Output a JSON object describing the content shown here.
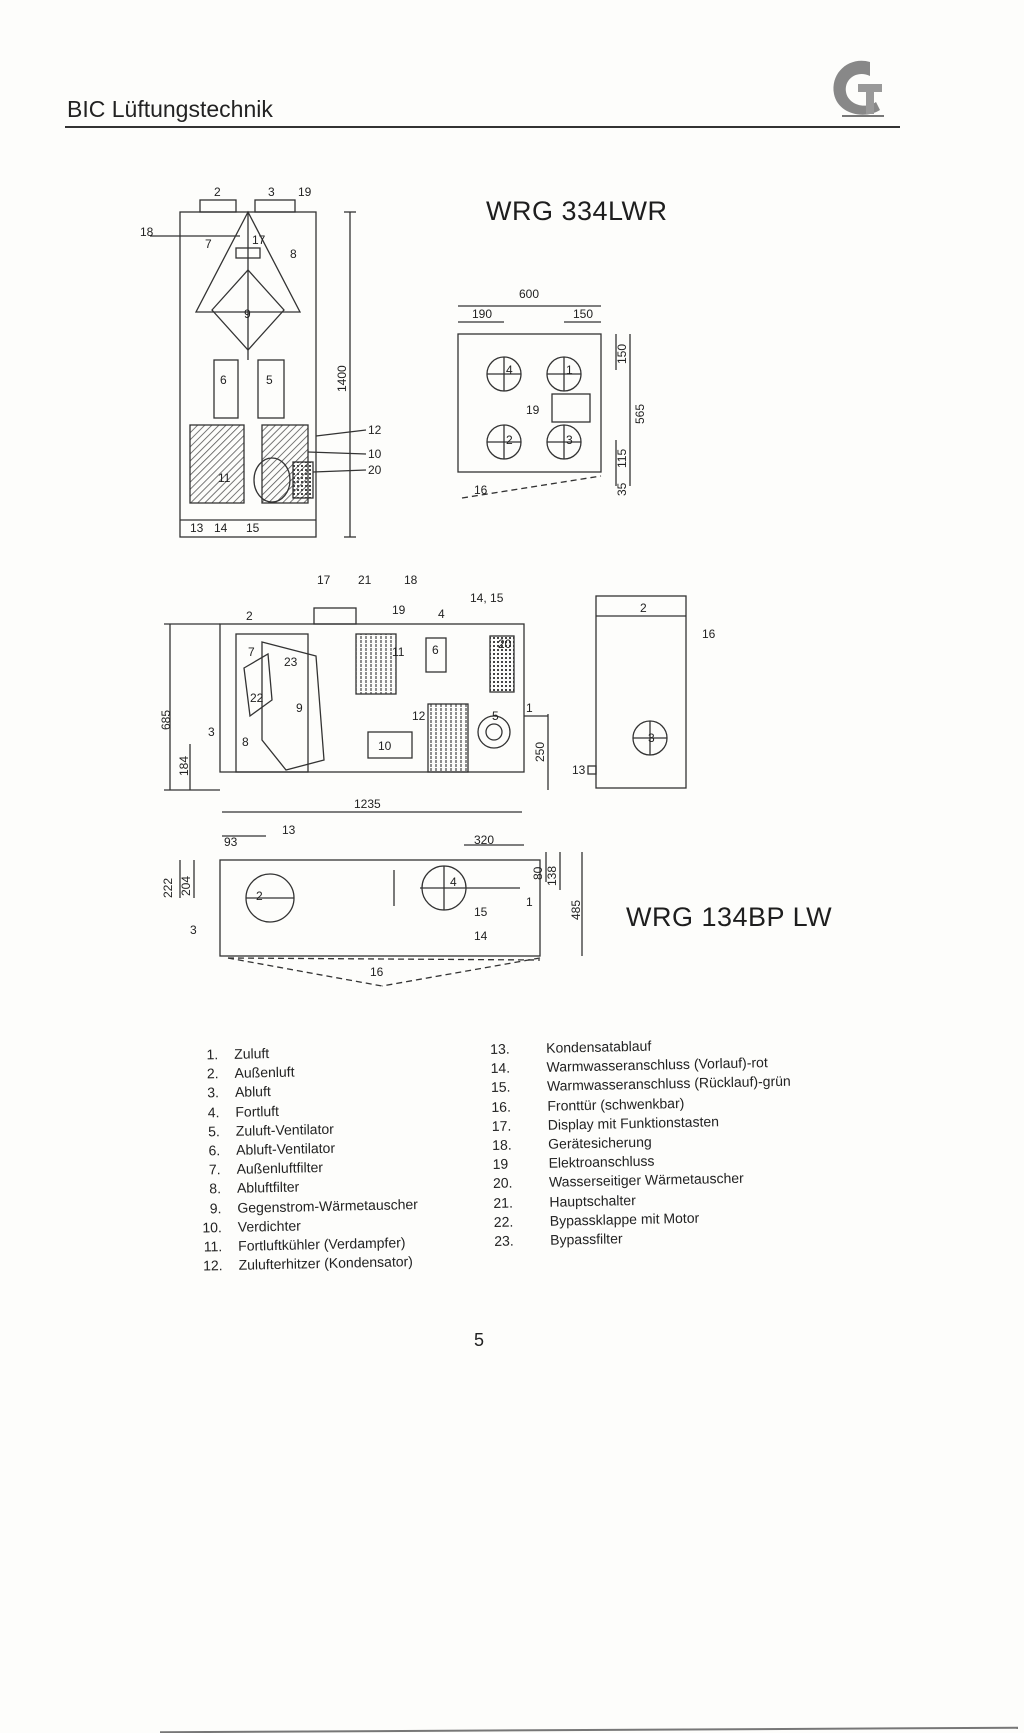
{
  "header": {
    "title": "BIC Lüftungstechnik",
    "logo_icon": "bic-logo-icon"
  },
  "models": {
    "top": "WRG 334LWR",
    "bottom": "WRG 134BP LW"
  },
  "drawing_top_front": {
    "labels": [
      "2",
      "3",
      "19",
      "18",
      "17",
      "7",
      "8",
      "9",
      "6",
      "5",
      "12",
      "10",
      "20",
      "11",
      "13",
      "14",
      "15"
    ],
    "height_dim": "1400"
  },
  "drawing_top_plan": {
    "width_dim": "600",
    "left_dim": "190",
    "right_dim": "150",
    "side_dims": [
      "150",
      "565",
      "115",
      "35"
    ],
    "labels": [
      "4",
      "1",
      "2",
      "3",
      "19",
      "16"
    ]
  },
  "drawing_middle": {
    "labels": [
      "17",
      "21",
      "18",
      "2",
      "19",
      "4",
      "14, 15",
      "7",
      "23",
      "11",
      "6",
      "20",
      "22",
      "9",
      "12",
      "5",
      "1",
      "3",
      "8",
      "10",
      "13",
      "16"
    ],
    "dims": [
      "685",
      "184",
      "250"
    ],
    "side_labels": [
      "2",
      "16",
      "3",
      "13"
    ]
  },
  "drawing_bottom": {
    "dims": [
      "1235",
      "93",
      "320",
      "222",
      "204",
      "80",
      "138",
      "485"
    ],
    "labels": [
      "13",
      "2",
      "4",
      "3",
      "1",
      "15",
      "14",
      "16"
    ]
  },
  "legend_left": [
    {
      "n": "1.",
      "t": "Zuluft"
    },
    {
      "n": "2.",
      "t": "Außenluft"
    },
    {
      "n": "3.",
      "t": "Abluft"
    },
    {
      "n": "4.",
      "t": "Fortluft"
    },
    {
      "n": "5.",
      "t": "Zuluft-Ventilator"
    },
    {
      "n": "6.",
      "t": "Abluft-Ventilator"
    },
    {
      "n": "7.",
      "t": "Außenluftfilter"
    },
    {
      "n": "8.",
      "t": "Abluftfilter"
    },
    {
      "n": "9.",
      "t": "Gegenstrom-Wärmetauscher"
    },
    {
      "n": "10.",
      "t": "Verdichter"
    },
    {
      "n": "11.",
      "t": "Fortluftkühler (Verdampfer)"
    },
    {
      "n": "12.",
      "t": "Zulufterhitzer (Kondensator)"
    }
  ],
  "legend_right": [
    {
      "n": "13.",
      "t": "Kondensatablauf"
    },
    {
      "n": "14.",
      "t": "Warmwasseranschluss (Vorlauf)-rot"
    },
    {
      "n": "15.",
      "t": "Warmwasseranschluss (Rücklauf)-grün"
    },
    {
      "n": "16.",
      "t": "Fronttür (schwenkbar)"
    },
    {
      "n": "17.",
      "t": "Display mit Funktionstasten"
    },
    {
      "n": "18.",
      "t": "Gerätesicherung"
    },
    {
      "n": "19",
      "t": "Elektroanschluss"
    },
    {
      "n": "20.",
      "t": "Wasserseitiger Wärmetauscher"
    },
    {
      "n": "21.",
      "t": "Hauptschalter"
    },
    {
      "n": "22.",
      "t": "Bypassklappe mit Motor"
    },
    {
      "n": "23.",
      "t": "Bypassfilter"
    }
  ],
  "page_number": "5"
}
